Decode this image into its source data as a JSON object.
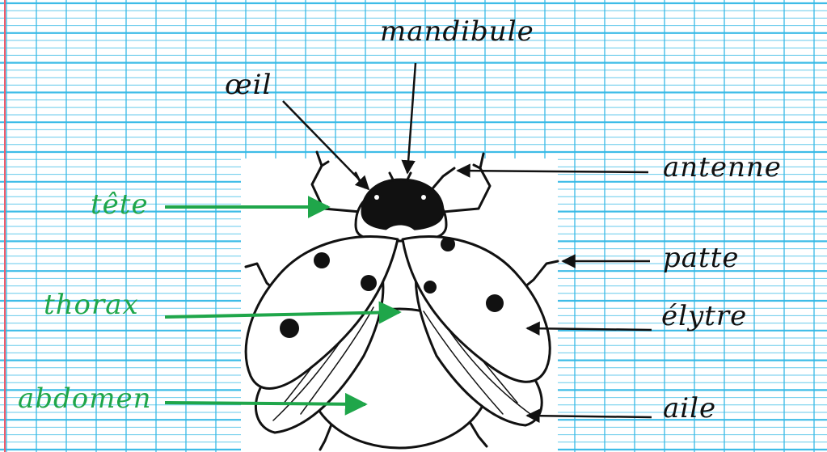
{
  "labels": {
    "mandibule": "mandibule",
    "oeil": "œil",
    "antenne": "antenne",
    "patte": "patte",
    "elytre": "élytre",
    "aile": "aile",
    "tete": "tête",
    "thorax": "thorax",
    "abdomen": "abdomen"
  },
  "colors": {
    "grid_line": "#34b9e6",
    "margin_line": "#f05a6a",
    "label_black": "#111111",
    "label_green": "#1fa64a",
    "ladybug_spots": "#111111"
  }
}
